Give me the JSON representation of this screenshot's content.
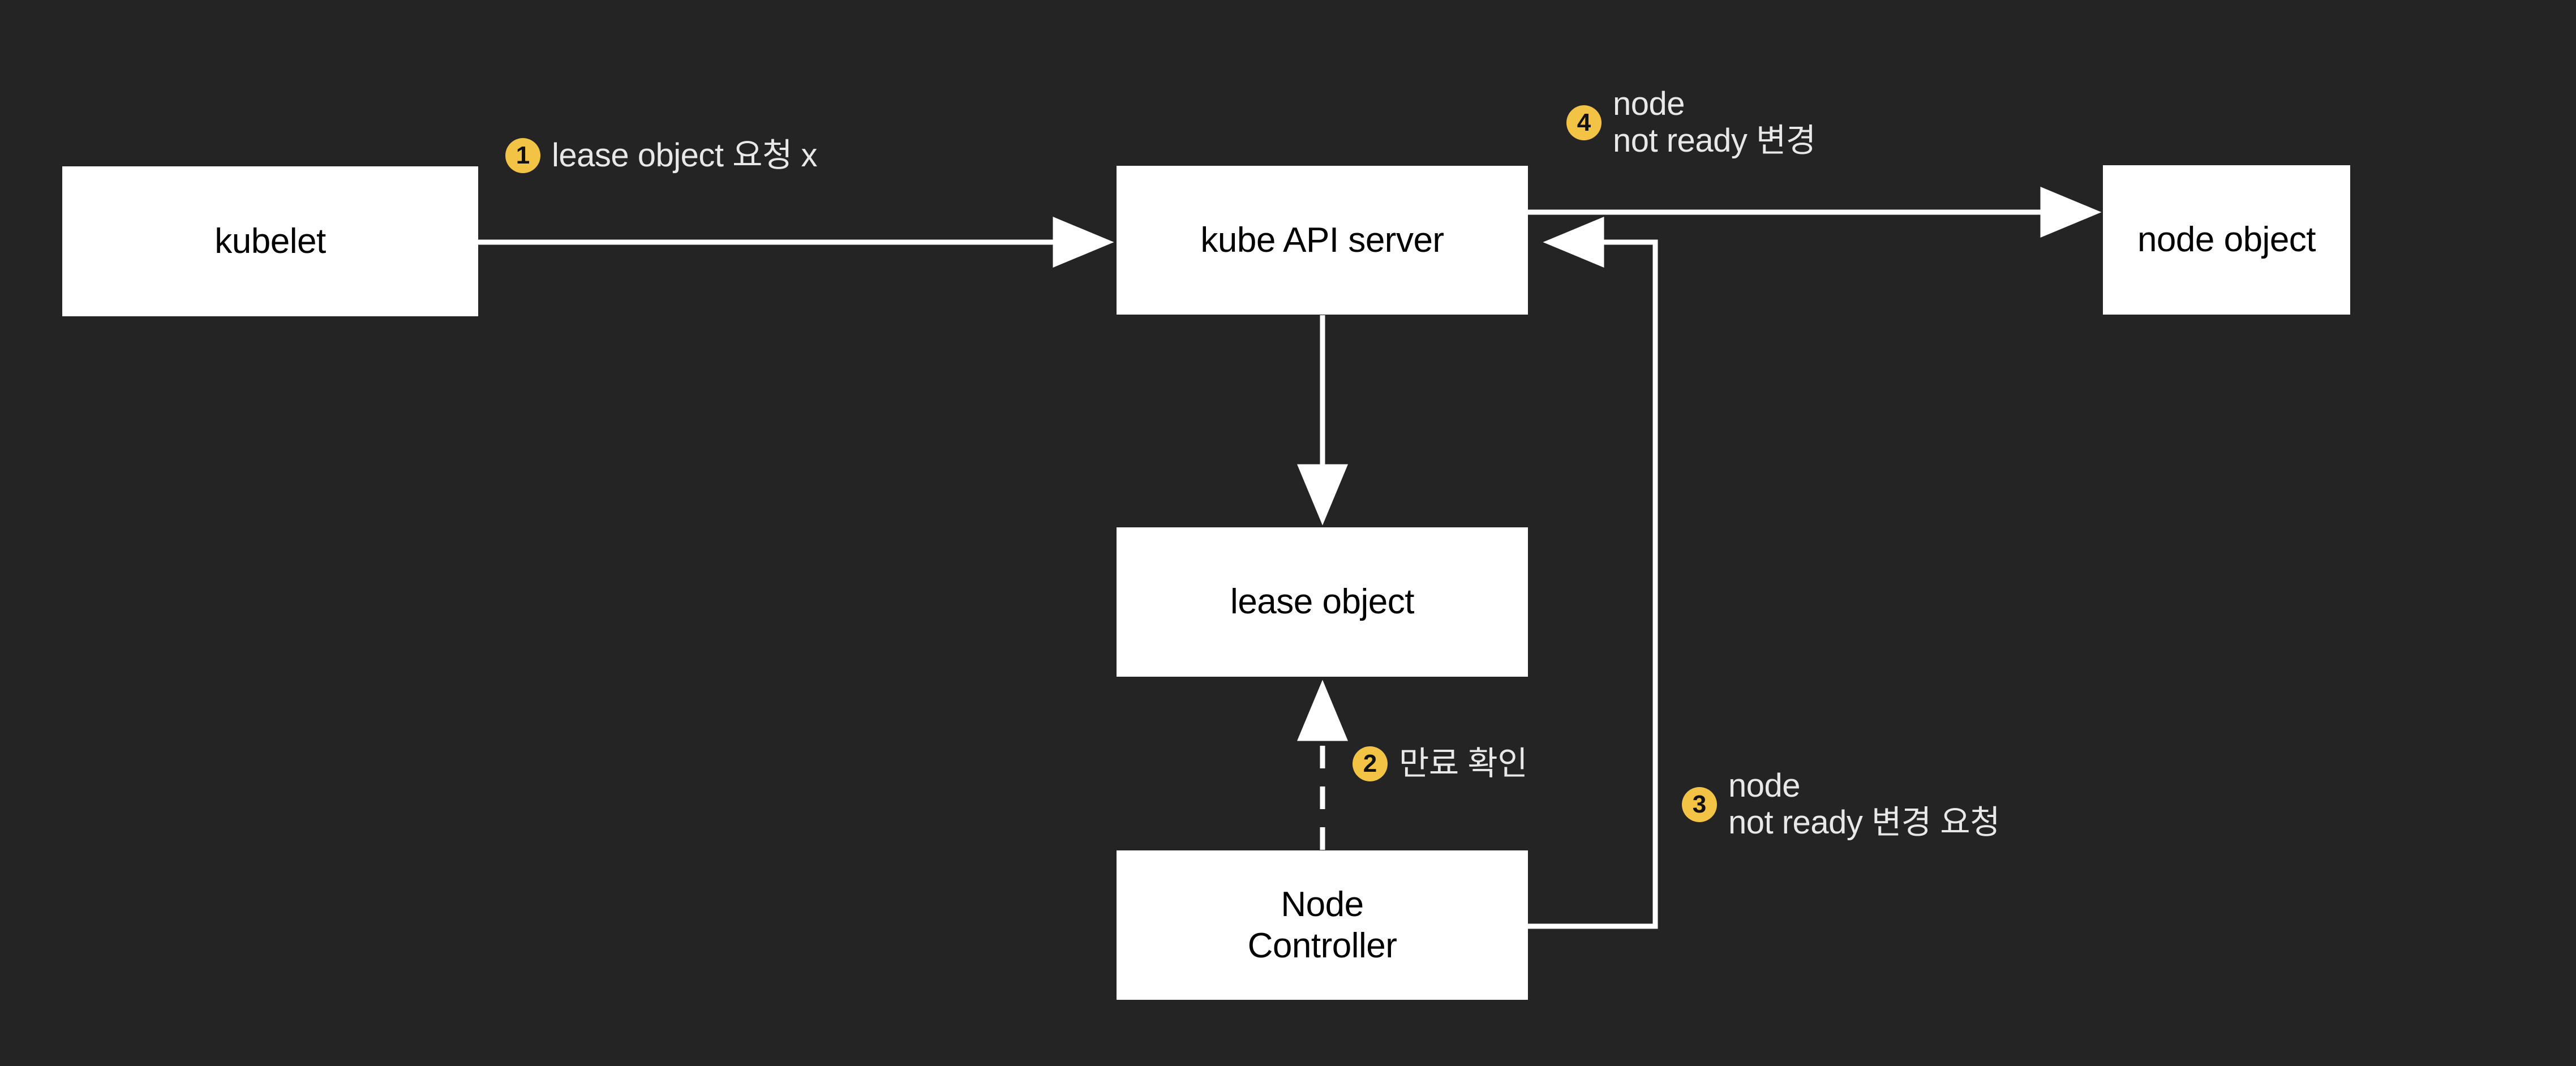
{
  "diagram": {
    "title": "kubelet lease expiry and node not ready flow",
    "background_color": "#242424",
    "box_fill_color": "#ffffff",
    "box_text_color": "#000000",
    "accent_color": "#F2C344",
    "connector_color": "#ffffff",
    "label_text_color": "#E8E8E8"
  },
  "boxes": [
    {
      "id": "kubelet",
      "label": "kubelet"
    },
    {
      "id": "kube-api-server",
      "label": "kube API server"
    },
    {
      "id": "node-object",
      "label": "node object"
    },
    {
      "id": "lease-object",
      "label": "lease object"
    },
    {
      "id": "node-controller",
      "label": "Node\nController"
    }
  ],
  "steps": [
    {
      "number": "1",
      "text": "lease object 요청 x",
      "from": "kubelet",
      "to": "kube-api-server",
      "line": "solid"
    },
    {
      "number": "2",
      "text": "만료 확인",
      "from": "node-controller",
      "to": "lease-object",
      "line": "dashed"
    },
    {
      "number": "3",
      "text": "node\nnot ready 변경 요청",
      "from": "node-controller",
      "to": "kube-api-server",
      "line": "solid"
    },
    {
      "number": "4",
      "text": "node\nnot ready 변경",
      "from": "kube-api-server",
      "to": "node-object",
      "line": "solid"
    }
  ],
  "connectors": [
    {
      "id": "kubelet-to-api",
      "style": "solid",
      "direction": "right"
    },
    {
      "id": "api-to-lease",
      "style": "solid",
      "direction": "down"
    },
    {
      "id": "controller-to-lease",
      "style": "dashed",
      "direction": "up"
    },
    {
      "id": "controller-to-api",
      "style": "solid",
      "direction": "left"
    },
    {
      "id": "api-to-node-object",
      "style": "solid",
      "direction": "right"
    }
  ]
}
